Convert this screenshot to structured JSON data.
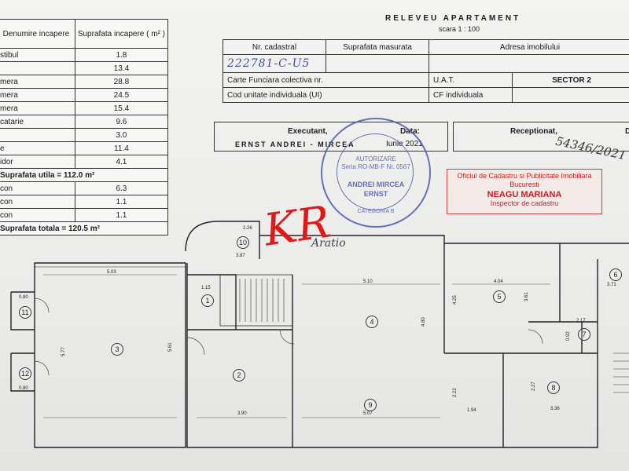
{
  "room_table": {
    "header_name": "Denumire incapere",
    "header_area": "Suprafata incapere ( m² )",
    "rooms": [
      {
        "name": "stibul",
        "area": "1.8"
      },
      {
        "name": "",
        "area": "13.4"
      },
      {
        "name": "mera",
        "area": "28.8"
      },
      {
        "name": "mera",
        "area": "24.5"
      },
      {
        "name": "mera",
        "area": "15.4"
      },
      {
        "name": "catarie",
        "area": "9.6"
      },
      {
        "name": "",
        "area": "3.0"
      },
      {
        "name": "e",
        "area": "11.4"
      },
      {
        "name": "idor",
        "area": "4.1"
      }
    ],
    "useful_total": "Suprafata utila = 112.0 m²",
    "balconies": [
      {
        "name": "con",
        "area": "6.3"
      },
      {
        "name": "con",
        "area": "1.1"
      },
      {
        "name": "con",
        "area": "1.1"
      }
    ],
    "grand_total": "Suprafata totala = 120.5 m²"
  },
  "header": {
    "title": "RELEVEU APARTAMENT",
    "scale": "scara 1 : 100"
  },
  "info": {
    "nr_cadastral_label": "Nr. cadastral",
    "suprafata_label": "Suprafata masurata",
    "adresa_label": "Adresa imobilului",
    "nr_cadastral_value": "222781-C-U5",
    "carte_funciara_label": "Carte Funciara colectiva nr.",
    "uat_label": "U.A.T.",
    "uat_value": "SECTOR 2",
    "cod_ui_label": "Cod unitate individuala (UI)",
    "cf_individuala_label": "CF individuala"
  },
  "executant": {
    "label": "Executant,",
    "data_label": "Data:",
    "name": "ERNST ANDREI - MIRCEA",
    "date": "Iunie 2021"
  },
  "receptionat": {
    "label": "Receptionat,",
    "d_label": "D"
  },
  "stamp": {
    "line1": "AUTORIZARE",
    "line2": "Seria RO-MB-F Nr. 0567",
    "line3": "",
    "line4": "ANDREI MIRCEA",
    "line5": "ERNST",
    "line6": "CATEGORIA B"
  },
  "ocpi": {
    "line1": "Oficiul de Cadastru si Publicitate Imobiliara",
    "line2": "Bucuresti",
    "line3": "NEAGU MARIANA",
    "line4": "Inspector de cadastru"
  },
  "handwritten_number": "54346/2021",
  "signature_text": "Aratio",
  "plan": {
    "rooms": [
      "1",
      "2",
      "3",
      "4",
      "5",
      "6",
      "7",
      "8",
      "9",
      "10",
      "11",
      "12"
    ],
    "dims": {
      "d_2_26": "2.26",
      "d_3_87": "3.87",
      "d_5_10": "5.10",
      "d_4_04": "4.04",
      "d_3_71": "3.71",
      "d_5_03": "5.03",
      "d_1_15": "1.15",
      "d_2_17": "2.17",
      "d_3_90": "3.90",
      "d_5_07": "5.07",
      "d_1_94": "1.94",
      "d_3_36": "3.36",
      "d_0_80a": "0.80",
      "d_0_80b": "0.80",
      "d_5_77": "5.77",
      "d_5_61": "5.61",
      "d_4_25": "4.25",
      "d_3_61": "3.61",
      "d_4_80": "4.80",
      "d_2_22": "2.22",
      "d_2_27": "2.27",
      "d_0_92": "0.92"
    }
  }
}
